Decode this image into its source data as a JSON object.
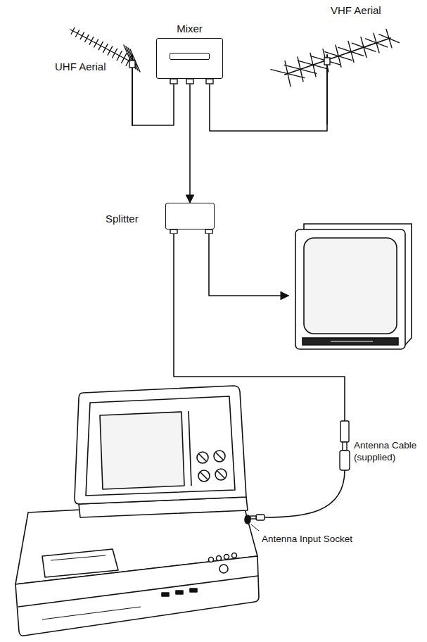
{
  "diagram": {
    "nodes": [
      {
        "text": [
          "UHF Aerial"
        ]
      },
      {
        "text": [
          "Mixer"
        ]
      },
      {
        "text": [
          "VHF Aerial"
        ]
      },
      {
        "text": [
          "Splitter"
        ]
      }
    ],
    "edges": [
      {
        "from": 0,
        "to": 1,
        "arrow": "none"
      },
      {
        "from": 2,
        "to": 1,
        "arrow": "none"
      },
      {
        "from": 1,
        "to": 3,
        "arrow": "to"
      }
    ],
    "labels": [
      "Antenna Cable (supplied)",
      "Antenna Input Socket"
    ]
  }
}
